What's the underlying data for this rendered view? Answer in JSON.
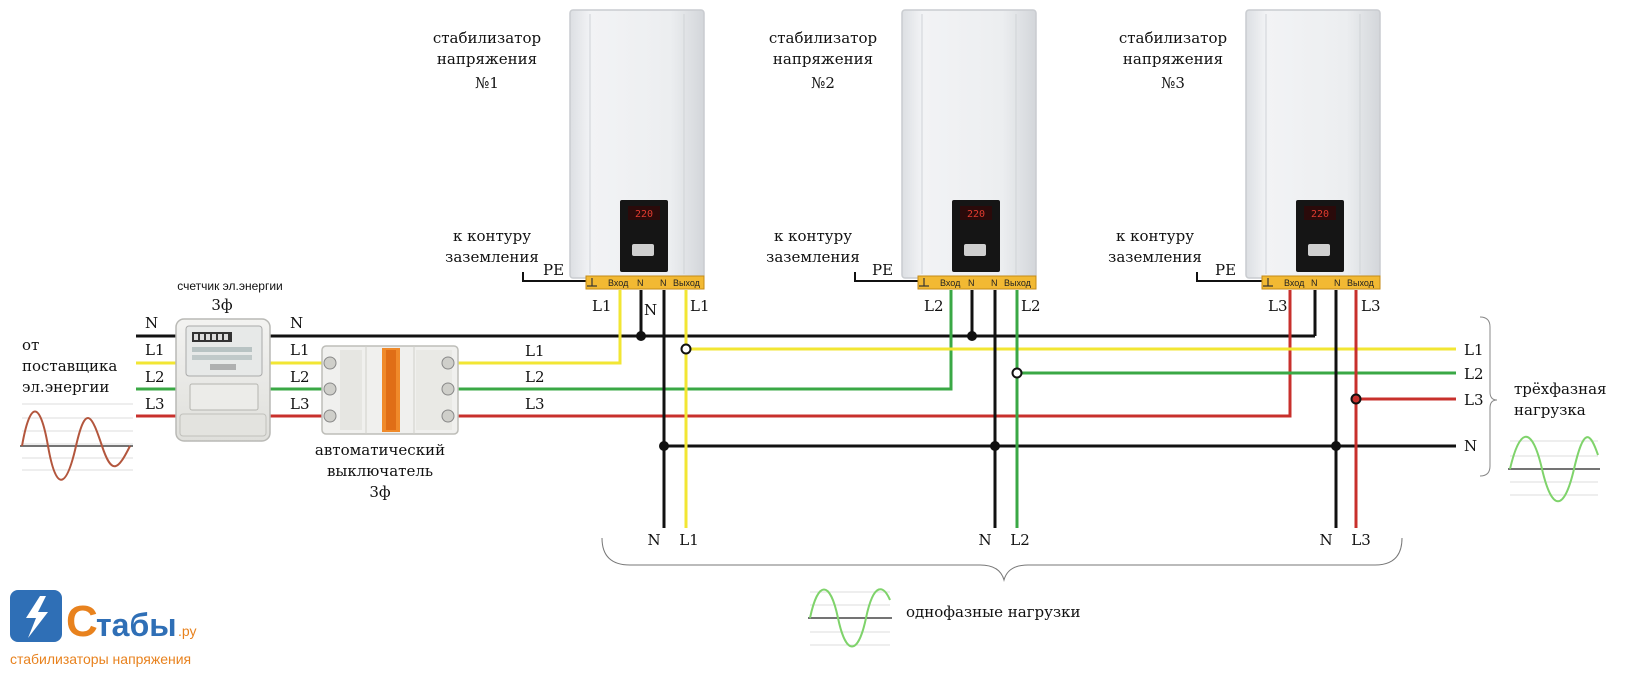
{
  "colors": {
    "N": "#111111",
    "L1": "#f2e633",
    "L2": "#3aa845",
    "L3": "#c8302c",
    "brand": "#2f6fb6",
    "brand_orange": "#e8821e",
    "stabilizer_body": "#e9ecef",
    "terminal": "#f2b933"
  },
  "source": {
    "label_lines": [
      "от",
      "поставщика",
      "эл.энергии"
    ]
  },
  "meter": {
    "label_top": "счетчик эл.энергии",
    "label_phase": "3ф"
  },
  "breaker": {
    "label_lines": [
      "автоматический",
      "выключатель",
      "3ф"
    ]
  },
  "stabilizers": [
    {
      "title_1": "стабилизатор",
      "title_2": "напряжения",
      "number": "№1",
      "ground_1": "к контуру",
      "ground_2": "заземления",
      "pe": "PE",
      "in_phase": "L1",
      "out_phase": "L1",
      "load_n": "N",
      "load_l": "L1",
      "in_label": "Вход",
      "n_in": "N",
      "n_out": "N",
      "out_label": "Выход",
      "n_mid": "N"
    },
    {
      "title_1": "стабилизатор",
      "title_2": "напряжения",
      "number": "№2",
      "ground_1": "к контуру",
      "ground_2": "заземления",
      "pe": "PE",
      "in_phase": "L2",
      "out_phase": "L2",
      "load_n": "N",
      "load_l": "L2",
      "in_label": "Вход",
      "n_in": "N",
      "n_out": "N",
      "out_label": "Выход"
    },
    {
      "title_1": "стабилизатор",
      "title_2": "напряжения",
      "number": "№3",
      "ground_1": "к контуру",
      "ground_2": "заземления",
      "pe": "PE",
      "in_phase": "L3",
      "out_phase": "L3",
      "load_n": "N",
      "load_l": "L3",
      "in_label": "Вход",
      "n_in": "N",
      "n_out": "N",
      "out_label": "Выход"
    }
  ],
  "lines": {
    "N": "N",
    "L1": "L1",
    "L2": "L2",
    "L3": "L3"
  },
  "three_phase_load": {
    "label_1": "трёхфазная",
    "label_2": "нагрузка"
  },
  "single_phase_load": {
    "label": "однофазные нагрузки"
  },
  "logo": {
    "brand_letter": "С",
    "brand_rest": "табы",
    "domain": ".ру",
    "tagline": "стабилизаторы напряжения"
  }
}
